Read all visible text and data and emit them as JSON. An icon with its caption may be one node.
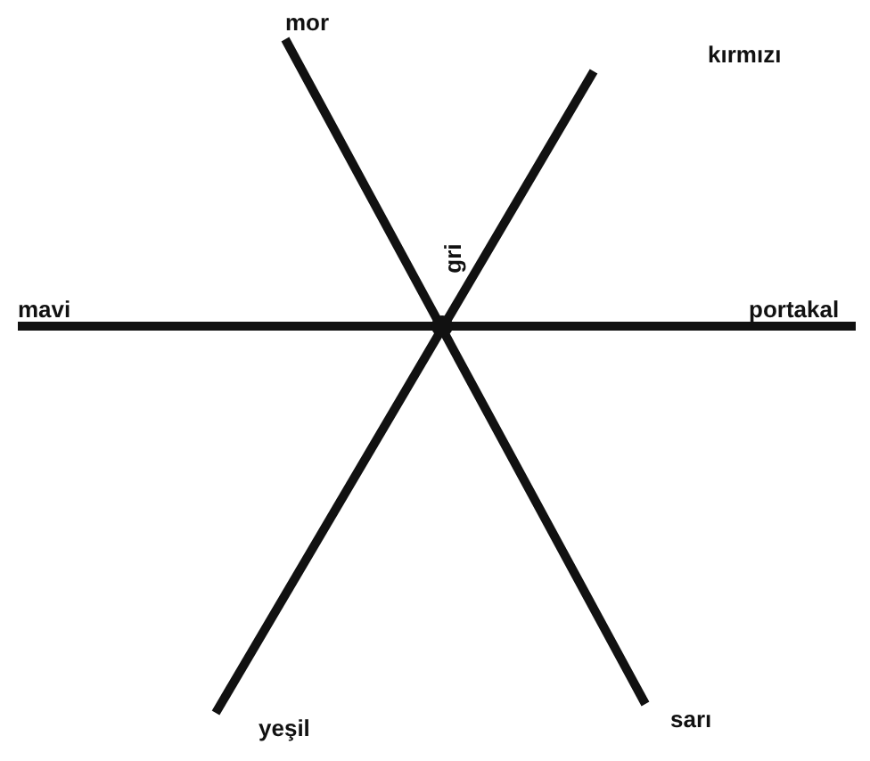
{
  "diagram": {
    "nodes": [
      {
        "text": [
          "mor"
        ]
      },
      {
        "text": [
          "kırmızı"
        ]
      },
      {
        "text": [
          "mavi"
        ]
      },
      {
        "text": [
          "portakal"
        ]
      },
      {
        "text": [
          "yeşil"
        ]
      },
      {
        "text": [
          "sarı"
        ]
      }
    ],
    "edges": [
      {
        "from": 0,
        "to": 5,
        "arrow": "none"
      },
      {
        "from": 1,
        "to": 4,
        "arrow": "none"
      },
      {
        "from": 2,
        "to": 3,
        "arrow": "none"
      }
    ],
    "labels": [
      "gri"
    ]
  }
}
